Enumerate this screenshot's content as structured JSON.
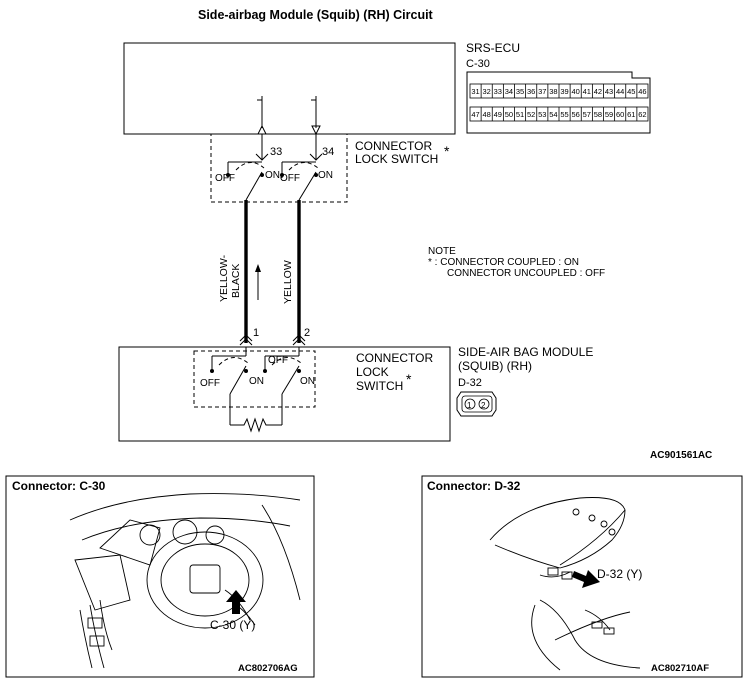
{
  "title": "Side-airbag Module (Squib) (RH) Circuit",
  "ecu": {
    "name": "SRS-ECU",
    "connector": "C-30",
    "pins_top": [
      "31",
      "32",
      "33",
      "34",
      "35",
      "36",
      "37",
      "38",
      "39",
      "40",
      "41",
      "42",
      "43",
      "44",
      "45",
      "46"
    ],
    "pins_bottom": [
      "47",
      "48",
      "49",
      "50",
      "51",
      "52",
      "53",
      "54",
      "55",
      "56",
      "57",
      "58",
      "59",
      "60",
      "61",
      "62"
    ]
  },
  "upper_switch": {
    "label_line1": "CONNECTOR",
    "label_line2": "LOCK SWITCH",
    "asterisk": "*",
    "pin_a": "33",
    "pin_b": "34",
    "off_a": "OFF",
    "on_a": "ON",
    "off_b": "OFF",
    "on_b": "ON"
  },
  "wires": {
    "left_color_line1": "YELLOW-",
    "left_color_line2": "BLACK",
    "right_color": "YELLOW",
    "left_pin": "1",
    "right_pin": "2"
  },
  "note": {
    "heading": "NOTE",
    "line1": "* : CONNECTOR COUPLED : ON",
    "line2": "CONNECTOR UNCOUPLED : OFF"
  },
  "module": {
    "name_line1": "SIDE-AIR BAG MODULE",
    "name_line2": "(SQUIB) (RH)",
    "connector": "D-32",
    "pin1": "1",
    "pin2": "2",
    "switch_line1": "CONNECTOR",
    "switch_line2": "LOCK",
    "switch_line3": "SWITCH",
    "asterisk": "*",
    "off_a": "OFF",
    "on_a": "ON",
    "off_b": "OFF",
    "on_b": "ON"
  },
  "figure_code_top": "AC901561AC",
  "panel_left": {
    "heading": "Connector: C-30",
    "callout": "C-30 (Y)",
    "code": "AC802706AG"
  },
  "panel_right": {
    "heading": "Connector: D-32",
    "callout": "D-32 (Y)",
    "code": "AC802710AF"
  }
}
